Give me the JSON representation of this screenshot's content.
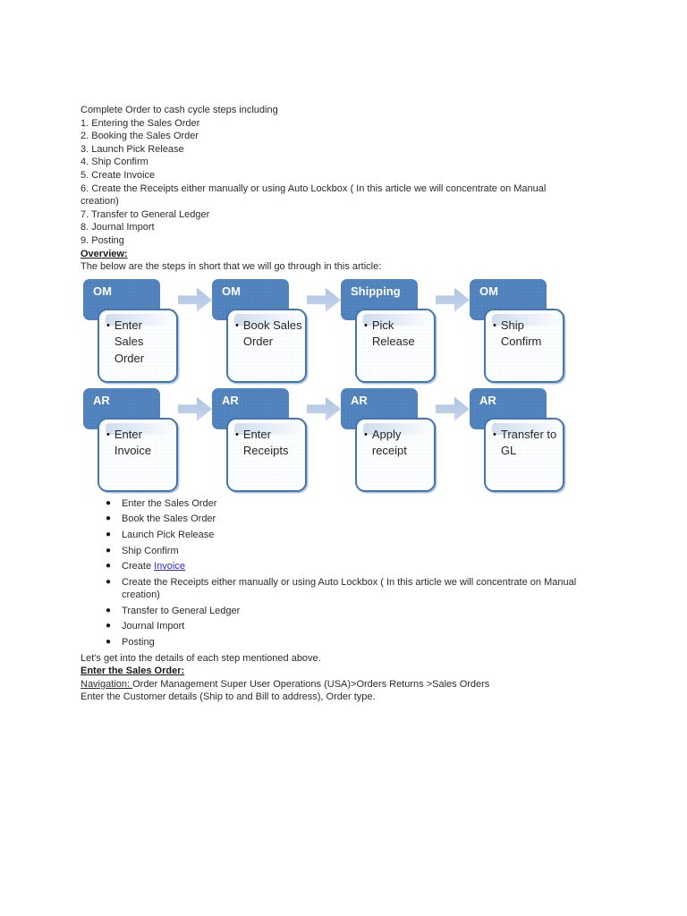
{
  "intro": {
    "lead": "Complete Order to cash cycle steps including",
    "numbered_steps": [
      "1. Entering the Sales Order",
      "2. Booking the Sales Order",
      "3. Launch Pick Release",
      "4. Ship Confirm",
      "5. Create Invoice",
      "6. Create the Receipts either manually or using Auto Lockbox ( In this article we will concentrate on Manual creation)",
      "7. Transfer to General Ledger",
      "8. Journal Import",
      "9. Posting"
    ]
  },
  "overview": {
    "heading": "Overview:",
    "subtitle": "The below are the steps in short that we will go through in this article:"
  },
  "diagram": {
    "icons": {
      "flow_arrow": "block-arrow-right"
    },
    "colors": {
      "header_fill": "#4f81bd",
      "card_border": "#4176b5",
      "arrow_fill": "#b8cce4"
    },
    "rows": [
      {
        "steps": [
          {
            "tag": "OM",
            "label": "Enter Sales Order"
          },
          {
            "tag": "OM",
            "label": "Book Sales Order"
          },
          {
            "tag": "Shipping",
            "label": "Pick Release"
          },
          {
            "tag": "OM",
            "label": "Ship Confirm"
          }
        ]
      },
      {
        "steps": [
          {
            "tag": "AR",
            "label": "Enter Invoice"
          },
          {
            "tag": "AR",
            "label": "Enter Receipts"
          },
          {
            "tag": "AR",
            "label": "Apply receipt"
          },
          {
            "tag": "AR",
            "label": "Transfer to GL"
          }
        ]
      }
    ]
  },
  "bullets": {
    "items": [
      {
        "text": "Enter the Sales Order"
      },
      {
        "text": "Book the Sales Order"
      },
      {
        "text": "Launch Pick Release"
      },
      {
        "text": "Ship Confirm"
      },
      {
        "prefix": "Create ",
        "link": "Invoice"
      },
      {
        "text": "Create the Receipts either manually or using Auto Lockbox ( In this article we will concentrate on Manual creation)"
      },
      {
        "text": "Transfer to General Ledger"
      },
      {
        "text": "Journal Import"
      },
      {
        "text": "Posting"
      }
    ],
    "link_color": "#2b2bd0"
  },
  "closing": {
    "lets_get": "Let's get into the details of each step mentioned above.",
    "section_heading": "Enter the Sales Order:",
    "navigation_label": "Navigation: ",
    "navigation_text": "Order Management Super User Operations (USA)>Orders Returns >Sales Orders",
    "customer_line": "Enter the Customer details (Ship to and Bill to address), Order type."
  }
}
